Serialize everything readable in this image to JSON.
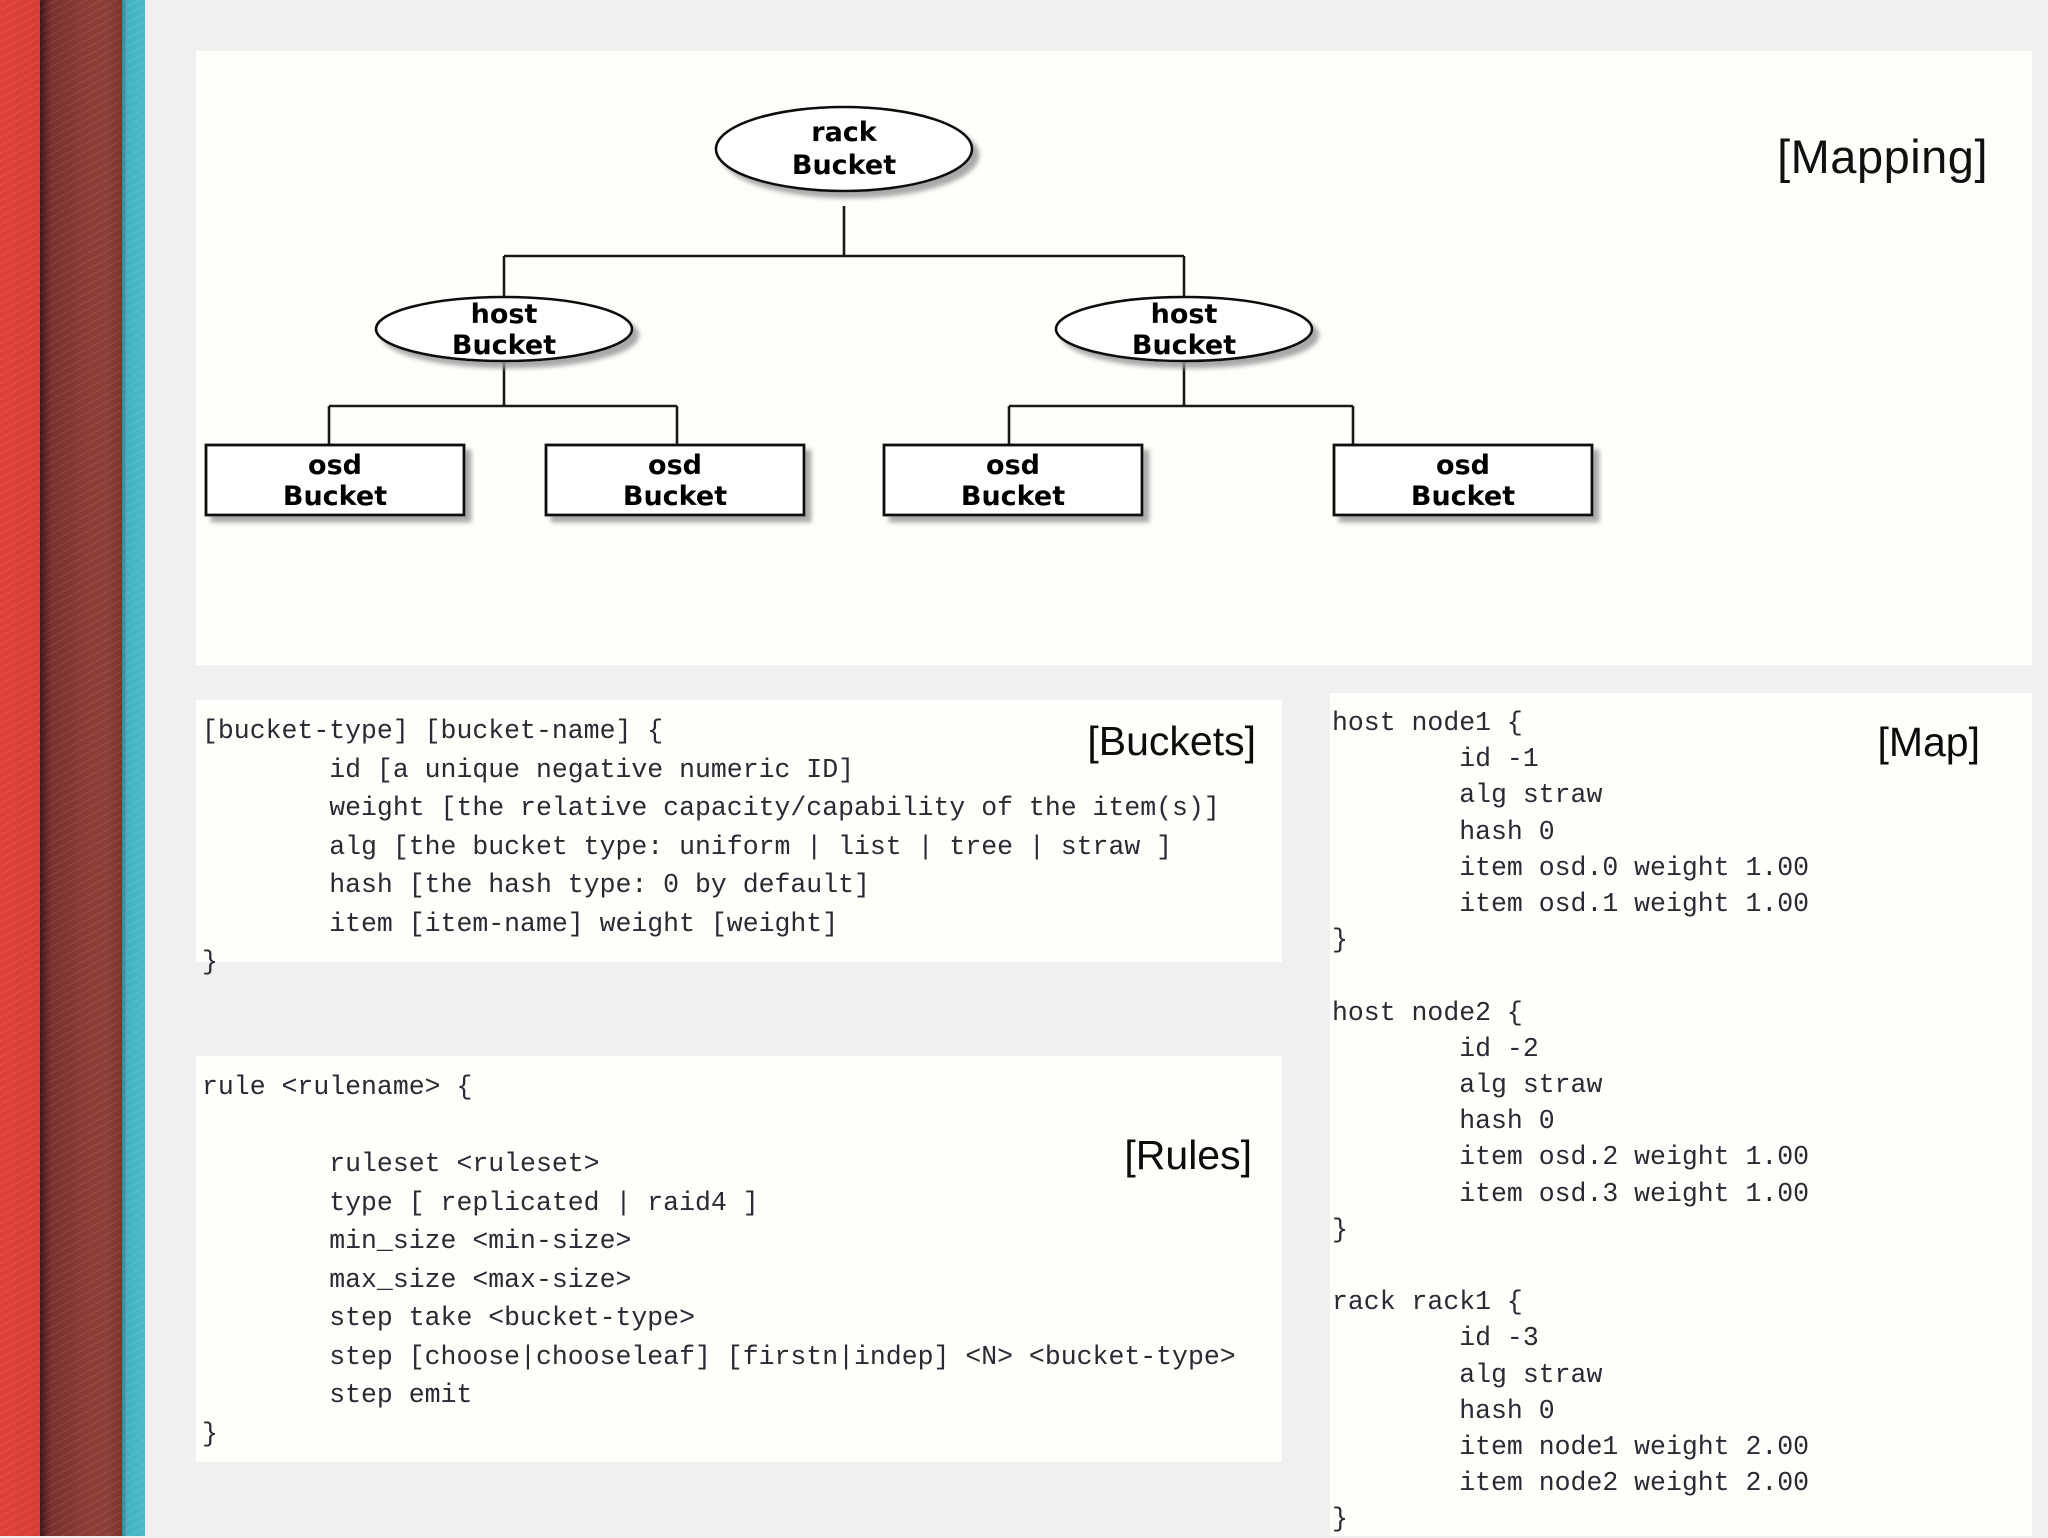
{
  "theme": {
    "band_red": "#dd4137",
    "band_maroon": "#8b3b35",
    "band_teal": "#3fb3c4",
    "page_background": "#eff0ef",
    "card_background": "#fdfffb",
    "code_text": "#2a2a33"
  },
  "mapping": {
    "label": "[Mapping]",
    "nodes": {
      "root": {
        "type": "rack",
        "line1": "rack",
        "line2": "Bucket"
      },
      "host_left": {
        "type": "host",
        "line1": "host",
        "line2": "Bucket"
      },
      "host_right": {
        "type": "host",
        "line1": "host",
        "line2": "Bucket"
      },
      "osd": [
        {
          "line1": "osd",
          "line2": "Bucket"
        },
        {
          "line1": "osd",
          "line2": "Bucket"
        },
        {
          "line1": "osd",
          "line2": "Bucket"
        },
        {
          "line1": "osd",
          "line2": "Bucket"
        }
      ]
    }
  },
  "buckets": {
    "label": "[Buckets]",
    "code": "[bucket-type] [bucket-name] {\n        id [a unique negative numeric ID]\n        weight [the relative capacity/capability of the item(s)]\n        alg [the bucket type: uniform | list | tree | straw ]\n        hash [the hash type: 0 by default]\n        item [item-name] weight [weight]\n}"
  },
  "rules": {
    "label": "[Rules]",
    "code": "rule <rulename> {\n\n        ruleset <ruleset>\n        type [ replicated | raid4 ]\n        min_size <min-size>\n        max_size <max-size>\n        step take <bucket-type>\n        step [choose|chooseleaf] [firstn|indep] <N> <bucket-type>\n        step emit\n}"
  },
  "map": {
    "label": "[Map]",
    "code": "host node1 {\n        id -1\n        alg straw\n        hash 0\n        item osd.0 weight 1.00\n        item osd.1 weight 1.00\n}\n\nhost node2 {\n        id -2\n        alg straw\n        hash 0\n        item osd.2 weight 1.00\n        item osd.3 weight 1.00\n}\n\nrack rack1 {\n        id -3\n        alg straw\n        hash 0\n        item node1 weight 2.00\n        item node2 weight 2.00\n}"
  }
}
